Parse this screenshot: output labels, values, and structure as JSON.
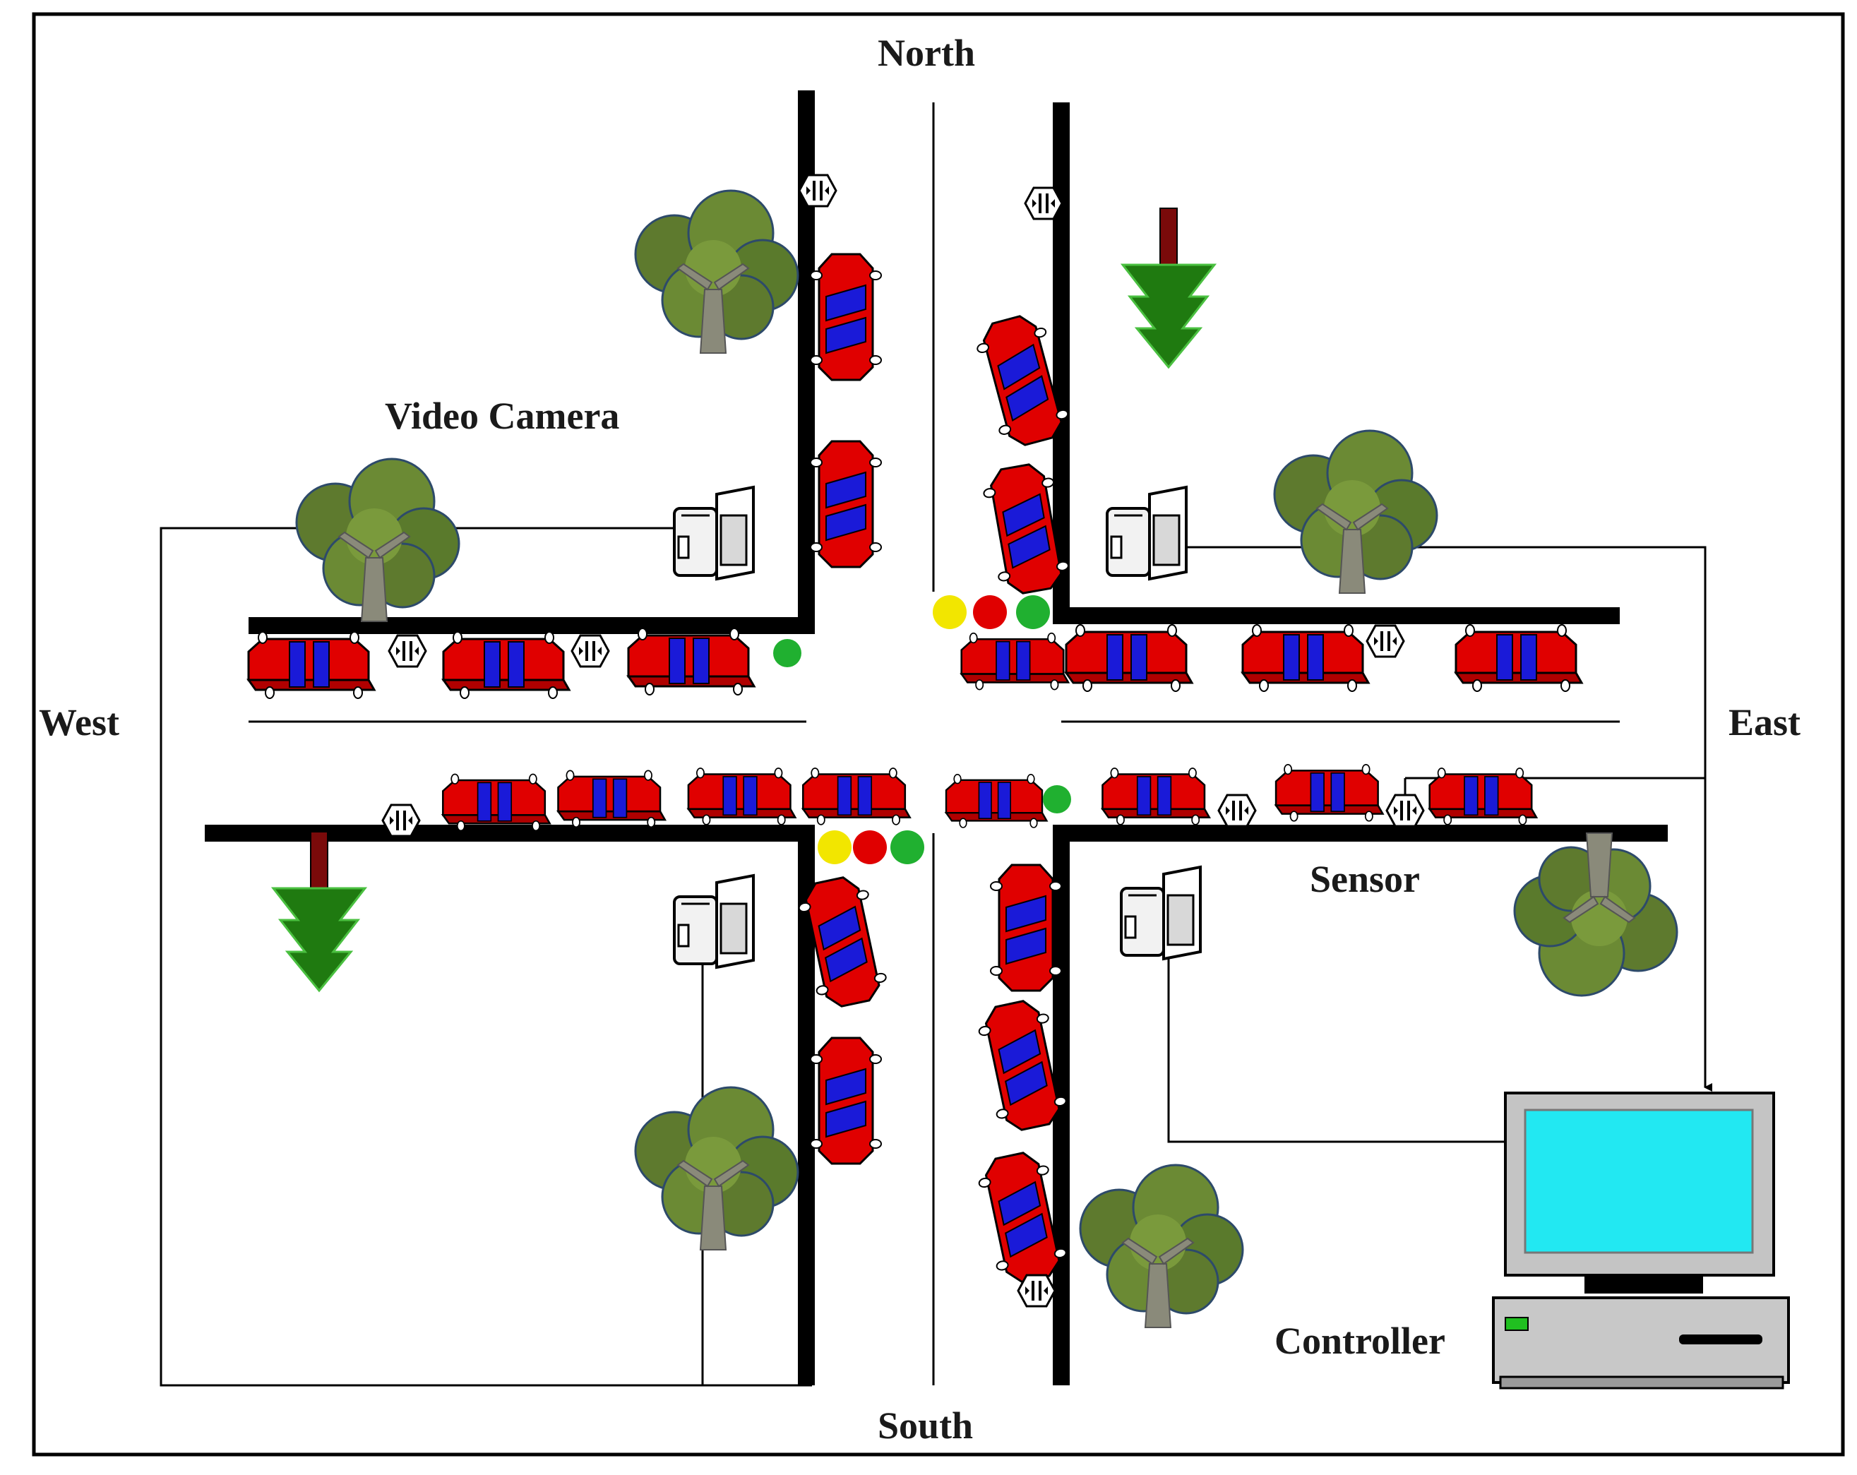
{
  "diagram": {
    "labels": {
      "north": "North",
      "south": "South",
      "west": "West",
      "east": "East",
      "video_camera": "Video Camera",
      "sensor": "Sensor",
      "controller": "Controller"
    },
    "colors": {
      "car_body": "#e00000",
      "car_stripe": "#1a1ad8",
      "tree_foliage": "#5e7a2e",
      "tree_trunk": "#8a8a7a",
      "arrow": "#1f7a10",
      "arrow_stem": "#7a0a0a",
      "light_yellow": "#f2e600",
      "light_red": "#e00000",
      "light_green": "#20b030",
      "monitor_screen": "#22e8f2",
      "road_edge": "#000000"
    },
    "icons": [
      "car-icon",
      "tree-icon",
      "video-camera-icon",
      "sensor-icon",
      "traffic-light-icon",
      "direction-arrow-icon",
      "controller-computer-icon"
    ]
  }
}
